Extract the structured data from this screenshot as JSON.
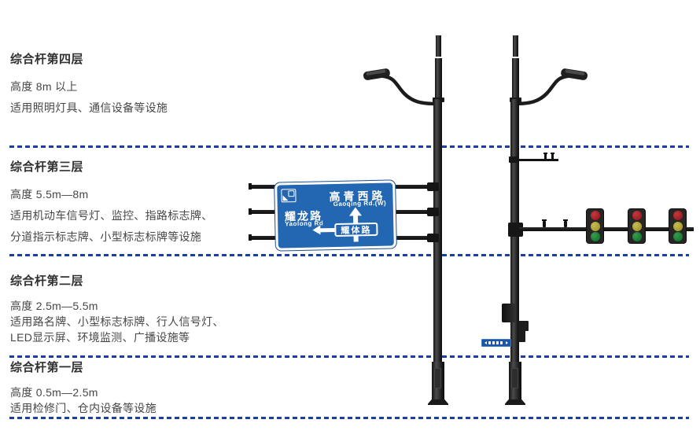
{
  "colors": {
    "divider-blue": "#1d3da0",
    "sign-blue": "#2366b1",
    "pole-dark": "#1a1a1a",
    "signal-red": "#a01d24",
    "signal-yellow": "#a89c2e",
    "signal-green": "#157a2f",
    "title-text": "#303030",
    "body-text": "#474747"
  },
  "layers": [
    {
      "title": "综合杆第四层",
      "height_range": "高度 8m 以上",
      "usage_lines": [
        "适用照明灯具、通信设备等设施"
      ]
    },
    {
      "title": "综合杆第三层",
      "height_range": "高度 5.5m—8m",
      "usage_lines": [
        "适用机动车信号灯、监控、指路标志牌、",
        "分道指示标志牌、小型标志标牌等设施"
      ]
    },
    {
      "title": "综合杆第二层",
      "height_range": "高度 2.5m—5.5m",
      "usage_lines": [
        "适用路名牌、小型标志标牌、行人信号灯、",
        "LED显示屏、环境监测、广播设施等"
      ]
    },
    {
      "title": "综合杆第一层",
      "height_range": "高度 0.5m—2.5m",
      "usage_lines": [
        "适用检修门、仓内设备等设施"
      ]
    }
  ],
  "guide_sign": {
    "dest_top_cn": "高青西路",
    "dest_top_en": "Gaoqing Rd.(W)",
    "dest_left_cn": "耀龙路",
    "dest_left_en": "Yaolong Rd",
    "dest_box_cn": "耀体路"
  }
}
